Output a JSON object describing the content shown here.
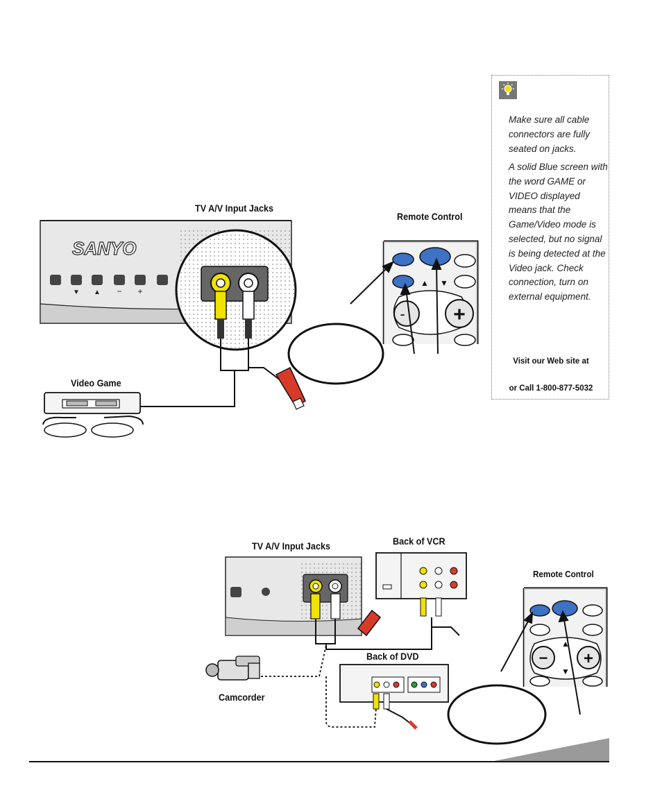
{
  "figure1": {
    "tv_jacks_label": "TV A/V Input Jacks",
    "remote_label": "Remote Control",
    "game_label": "Video Game",
    "brand": "SANYO"
  },
  "figure2": {
    "tv_jacks_label": "TV A/V Input Jacks",
    "vcr_label": "Back of VCR",
    "dvd_label": "Back of DVD",
    "remote_label": "Remote Control",
    "camcorder_label": "Camcorder"
  },
  "tip": {
    "icon": "lightbulb-icon",
    "para1": "Make sure all cable connectors are fully seated on jacks.",
    "para2": "A solid Blue screen with the word GAME or VIDEO displayed means that the Game/Video mode is selected, but no signal is being detected at the Video jack. Check connection, turn on external equipment.",
    "web": "Visit our Web site at",
    "phone": "or Call 1-800-877-5032"
  },
  "colors": {
    "remote_blue": "#3d72c4",
    "jack_yellow": "#f2e200",
    "plug_red": "#d83a2a",
    "tv_gray": "#e6e6e6"
  }
}
